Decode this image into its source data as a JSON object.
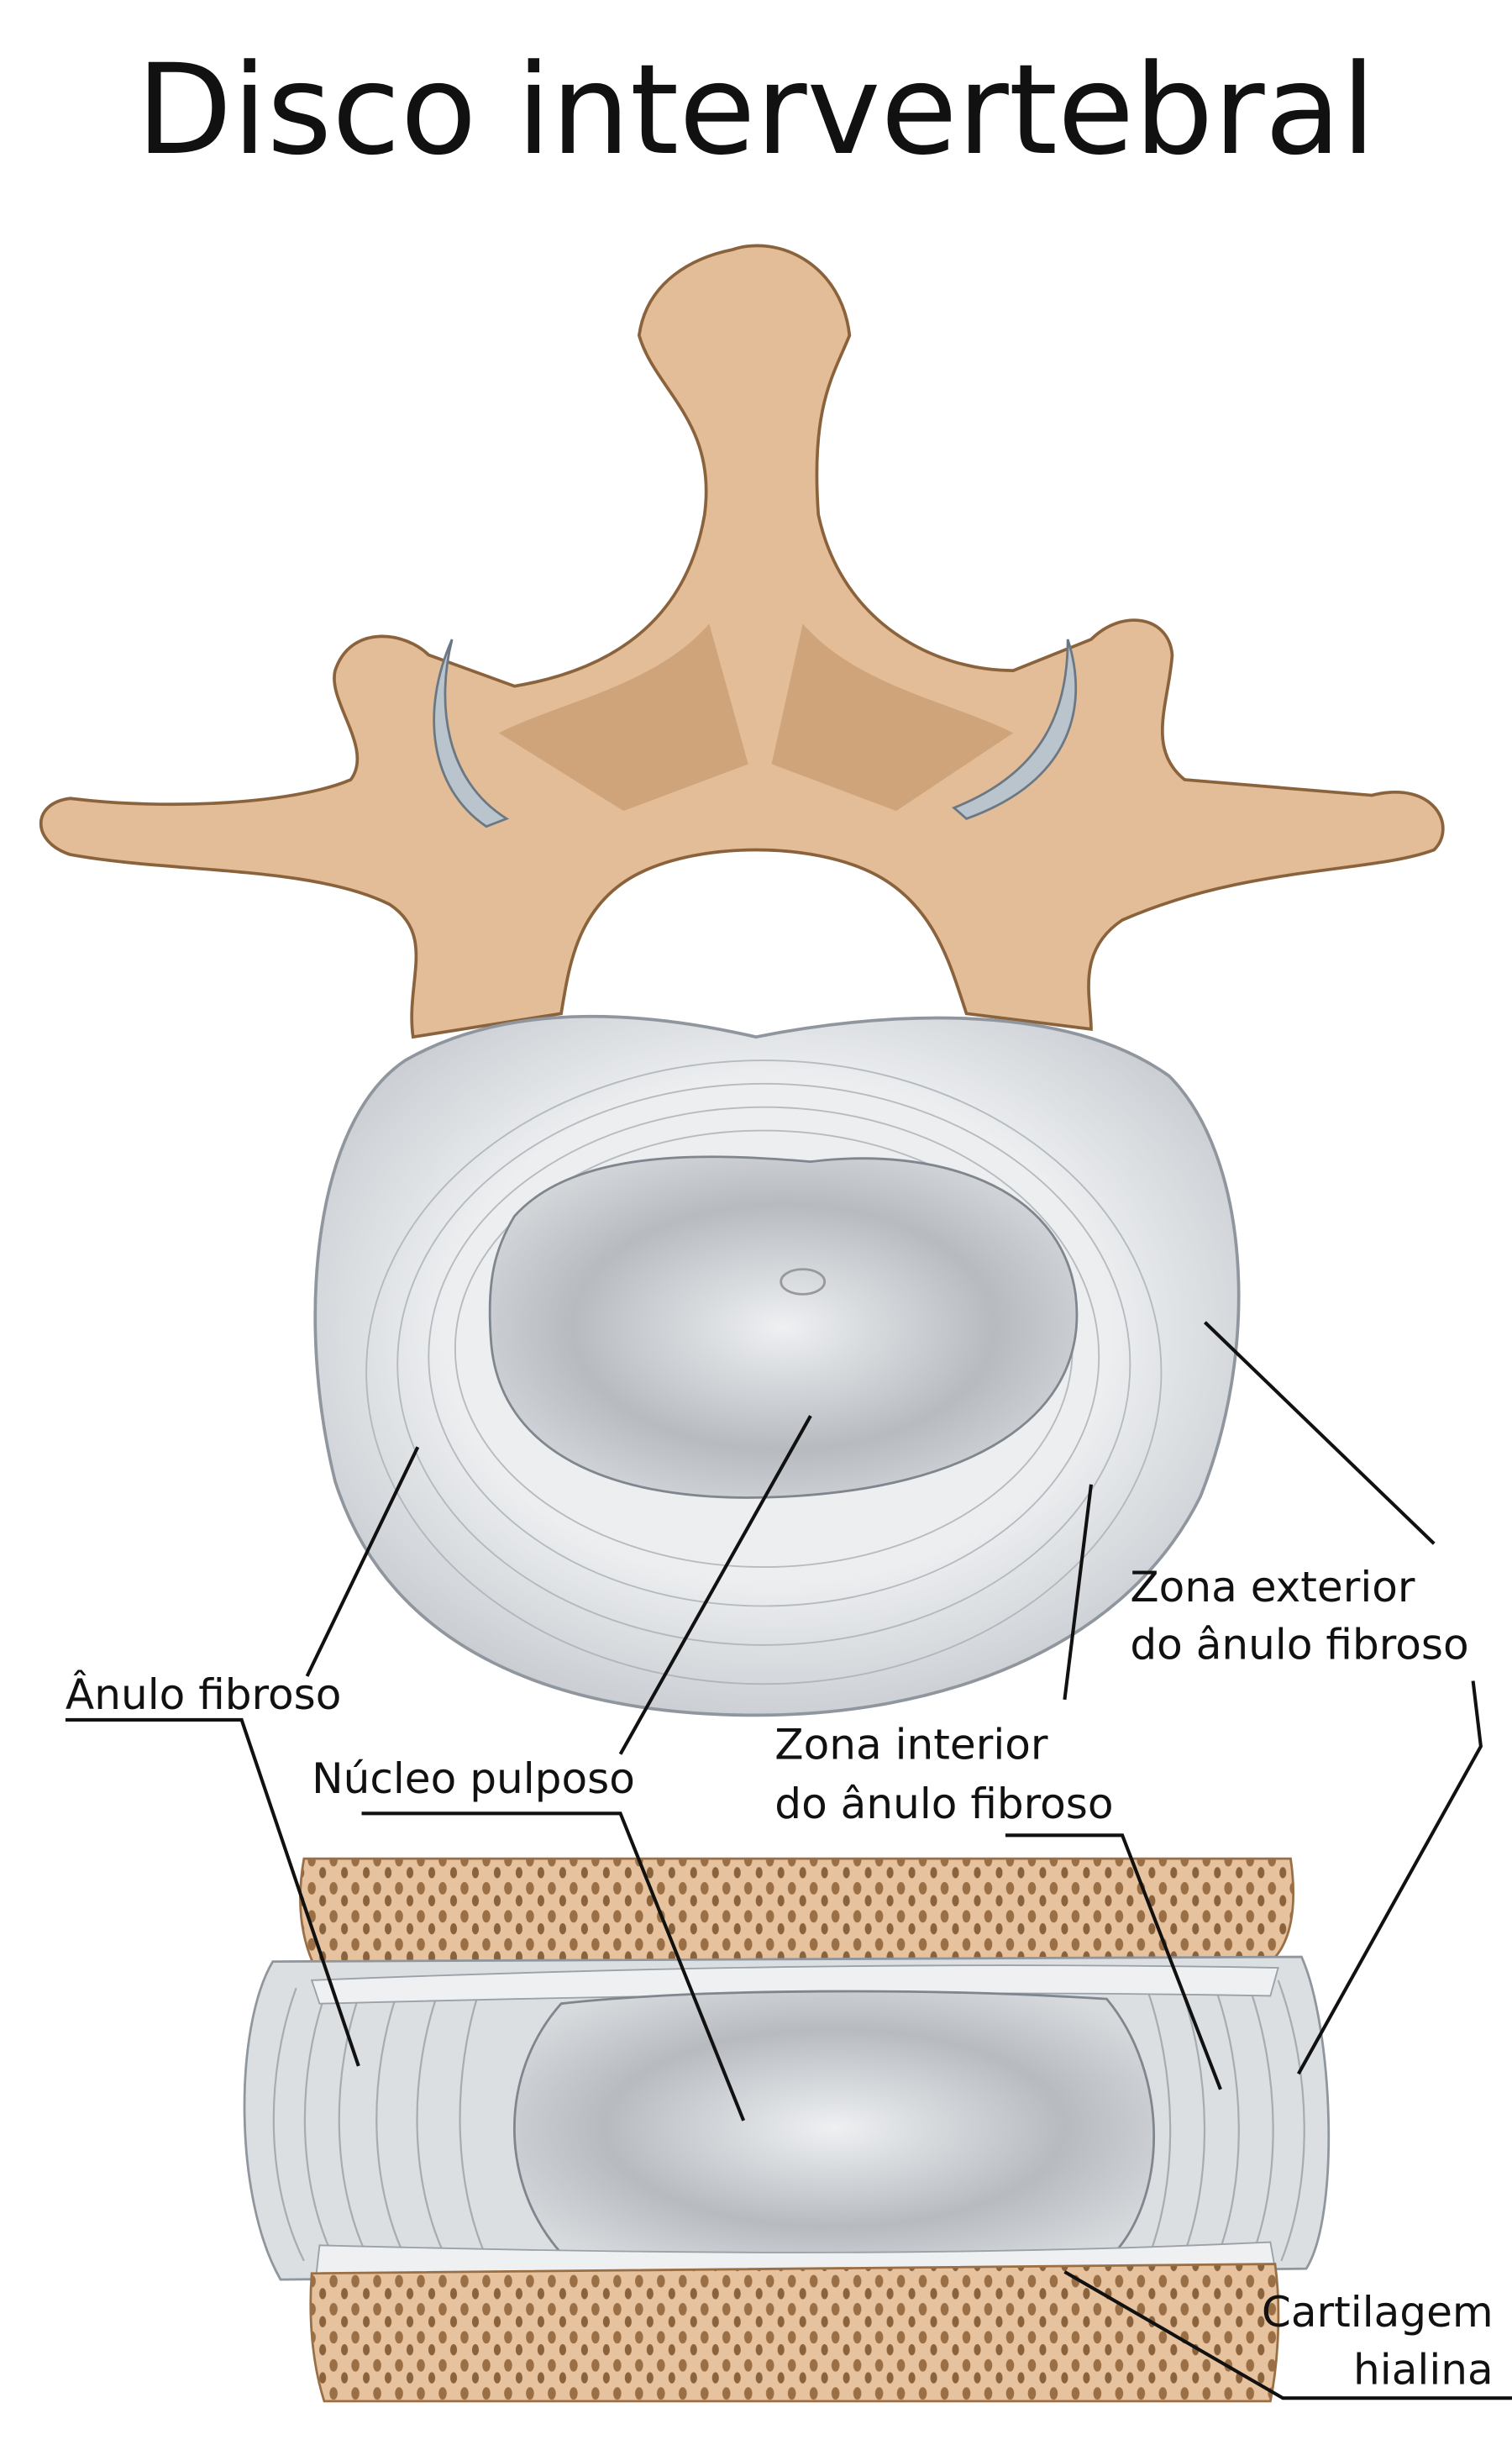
{
  "title": "Disco intervertebral",
  "labels": {
    "anulo_fibroso": "Ânulo fibroso",
    "nucleo_pulposo": "Núcleo pulposo",
    "zona_interior_1": "Zona interior",
    "zona_interior_2": "do ânulo fibroso",
    "zona_exterior_1": "Zona exterior",
    "zona_exterior_2": "do ânulo fibroso",
    "cartilagem_1": "Cartilagem",
    "cartilagem_2": "hialina"
  },
  "colors": {
    "bone": "#e2bd98",
    "bone_dark": "#8a623c",
    "disc": "#dfe2e5",
    "nucleus": "#c3c7cb",
    "cartilage": "#b9c4cc"
  }
}
